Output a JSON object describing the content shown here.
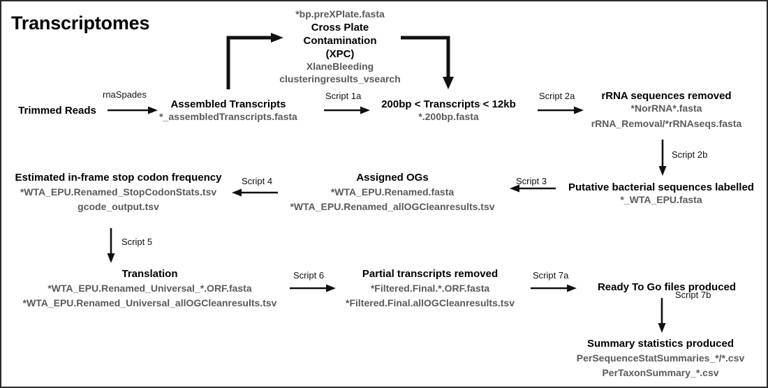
{
  "page": {
    "title": "Transcriptomes",
    "border_color": "#2b2b2b",
    "background": "#ffffff",
    "title_color": "#000000",
    "file_text_color": "#5a5a5a"
  },
  "nodes": {
    "trimmed_reads": {
      "title": "Trimmed Reads"
    },
    "assembled_transcripts": {
      "title": "Assembled Transcripts",
      "file1": "*_assembledTranscripts.fasta"
    },
    "xpc": {
      "file_top": "*bp.preXPlate.fasta",
      "title_l1": "Cross Plate",
      "title_l2": "Contamination",
      "title_l3": "(XPC)",
      "file1": "XlaneBleeding",
      "file2": "clusteringresults_vsearch"
    },
    "size_filter": {
      "title": "200bp < Transcripts < 12kb",
      "file1": "*.200bp.fasta"
    },
    "rrna_removed": {
      "title": "rRNA sequences removed",
      "file1": "*NorRNA*.fasta",
      "file2": "rRNA_Removal/*rRNAseqs.fasta"
    },
    "bacterial_labelled": {
      "title": "Putative bacterial sequences labelled",
      "file1": "*_WTA_EPU.fasta"
    },
    "assigned_ogs": {
      "title": "Assigned OGs",
      "file1": "*WTA_EPU.Renamed.fasta",
      "file2": "*WTA_EPU.Renamed_allOGCleanresults.tsv"
    },
    "stop_codon": {
      "title": "Estimated in-frame stop codon frequency",
      "file1": "*WTA_EPU.Renamed_StopCodonStats.tsv",
      "file2": "gcode_output.tsv"
    },
    "translation": {
      "title": "Translation",
      "file1": "*WTA_EPU.Renamed_Universal_*.ORF.fasta",
      "file2": "*WTA_EPU.Renamed_Universal_allOGCleanresults.tsv"
    },
    "partial_removed": {
      "title": "Partial transcripts removed",
      "file1": "*Filtered.Final.*.ORF.fasta",
      "file2": "*Filtered.Final.allOGCleanresults.tsv"
    },
    "ready_to_go": {
      "title": "Ready To Go files produced"
    },
    "summary_stats": {
      "title": "Summary statistics produced",
      "file1": "PerSequenceStatSummaries_*/*.csv",
      "file2": "PerTaxonSummary_*.csv"
    }
  },
  "edges": {
    "rnaspades": "rnaSpades",
    "script1a": "Script 1a",
    "script2a": "Script 2a",
    "script2b": "Script 2b",
    "script3": "Script 3",
    "script4": "Script 4",
    "script5": "Script 5",
    "script6": "Script 6",
    "script7a": "Script 7a",
    "script7b": "Script 7b"
  }
}
